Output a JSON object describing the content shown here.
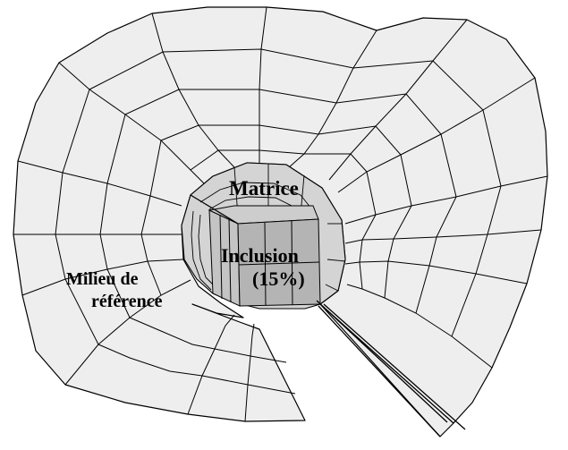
{
  "labels": {
    "matrix": "Matrice",
    "inclusion_line1": "Inclusion",
    "inclusion_line2": "(15%)",
    "reference_medium_line1": "Milieu de",
    "reference_medium_line2": "référence"
  },
  "colors": {
    "background": "#ffffff",
    "outer_mesh_fill": "#eeeeee",
    "matrix_fill": "#d4d4d4",
    "inclusion_fill": "#b4b4b4",
    "stroke": "#000000"
  }
}
